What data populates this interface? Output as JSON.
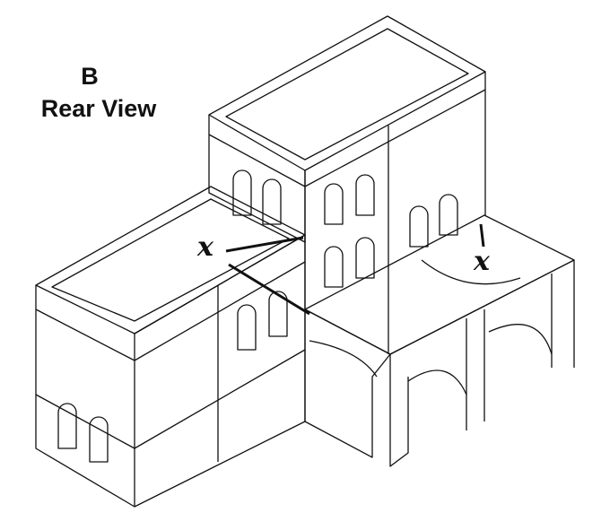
{
  "diagram": {
    "view_letter": "B",
    "view_title": "Rear View",
    "markers": [
      "x",
      "x"
    ]
  }
}
